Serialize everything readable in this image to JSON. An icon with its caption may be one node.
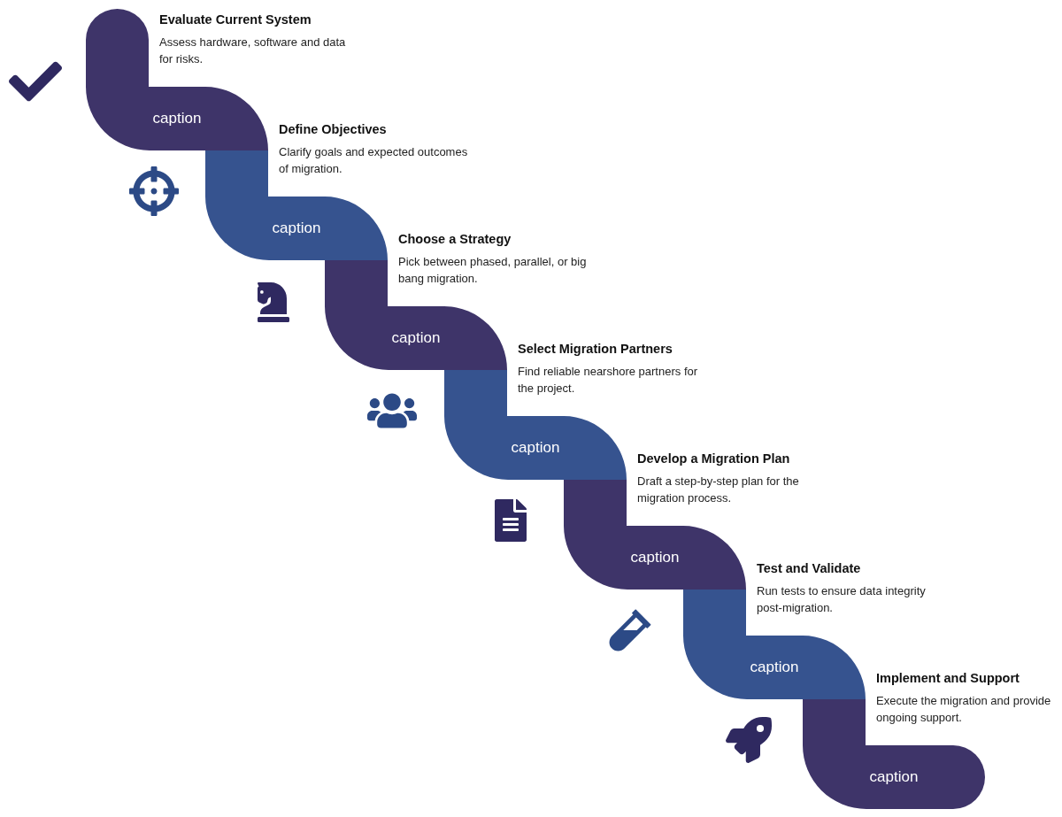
{
  "diagram": {
    "nodes": [
      {
        "text": [
          "caption"
        ],
        "beside": [
          "Evaluate Current System",
          "Assess hardware, software and data for risks."
        ]
      },
      {
        "text": [
          "caption"
        ],
        "beside": [
          "Define Objectives",
          "Clarify goals and expected outcomes of migration."
        ]
      },
      {
        "text": [
          "caption"
        ],
        "beside": [
          "Choose a Strategy",
          "Pick between phased, parallel, or big bang migration."
        ]
      },
      {
        "text": [
          "caption"
        ],
        "beside": [
          "Select Migration Partners",
          "Find reliable nearshore partners for the project."
        ]
      },
      {
        "text": [
          "caption"
        ],
        "beside": [
          "Develop a Migration Plan",
          "Draft a step-by-step plan for the migration process."
        ]
      },
      {
        "text": [
          "caption"
        ],
        "beside": [
          "Test and Validate",
          "Run tests to ensure data integrity post-migration."
        ]
      },
      {
        "text": [
          "caption"
        ],
        "beside": [
          "Implement and Support",
          "Execute the migration and provide ongoing support."
        ]
      }
    ]
  }
}
